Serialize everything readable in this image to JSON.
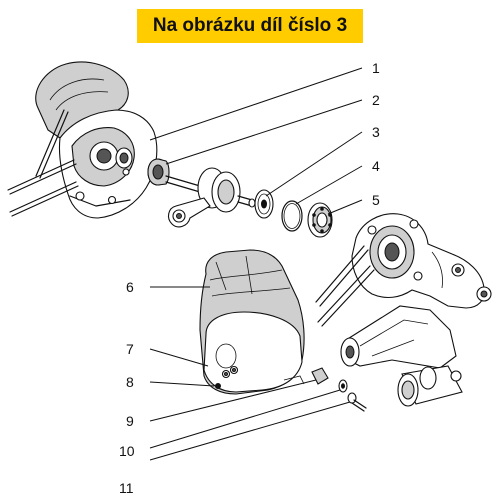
{
  "banner": {
    "text": "Na obrázku díl číslo 3",
    "color": "#ffcc00"
  },
  "callouts": [
    "1",
    "2",
    "3",
    "4",
    "5",
    "6",
    "7",
    "8",
    "9",
    "10",
    "11"
  ]
}
